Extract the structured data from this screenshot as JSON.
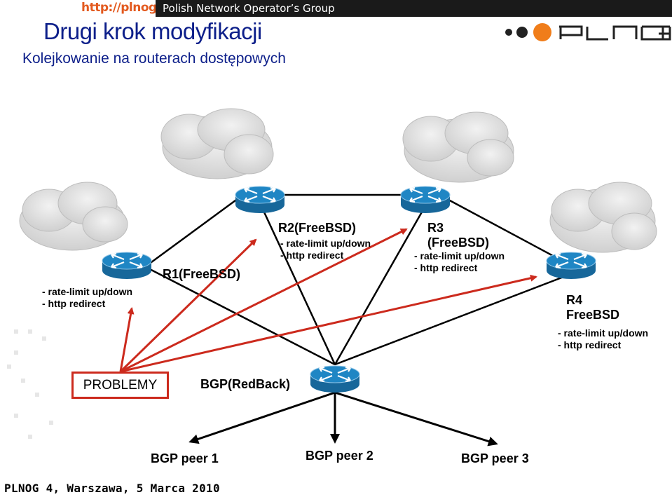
{
  "header": {
    "url": "http://plnog.pl/",
    "org": "Polish Network Operator’s Group"
  },
  "slide": {
    "title": "Drugi krok modyfikacji",
    "subtitle": "Kolejkowanie na routerach dostępowych"
  },
  "logo": {
    "text": "PLNOG"
  },
  "footer": "PLNOG 4, Warszawa, 5 Marca 2010",
  "diagram": {
    "r1": {
      "name": "R1(FreeBSD)",
      "notes": [
        "- rate-limit up/down",
        "- http redirect"
      ]
    },
    "r2": {
      "name": "R2(FreeBSD)",
      "notes": [
        "- rate-limit up/down",
        "- http redirect"
      ]
    },
    "r3": {
      "name_line1": "R3",
      "name_line2": "(FreeBSD)",
      "notes": [
        "- rate-limit up/down",
        "- http redirect"
      ]
    },
    "r4": {
      "name_line1": "R4",
      "name_line2": "FreeBSD",
      "notes": [
        "- rate-limit up/down",
        "- http redirect"
      ]
    },
    "problems_label": "PROBLEMY",
    "bgp_router_label": "BGP(RedBack)",
    "peers": [
      "BGP peer 1",
      "BGP peer 2",
      "BGP peer 3"
    ]
  },
  "colors": {
    "title": "#0d1f8a",
    "arrow_red": "#cc2a1d",
    "router_blue": "#1f86c4",
    "logo_orange": "#f07d1a"
  }
}
